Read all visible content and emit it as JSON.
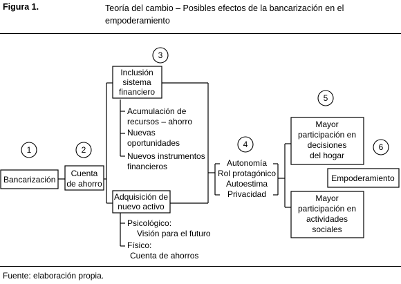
{
  "figure": {
    "label": "Figura 1.",
    "title": "Teoría del cambio – Posibles efectos de la bancarización en el empoderamiento",
    "source": "Fuente: elaboración propia."
  },
  "steps": [
    "1",
    "2",
    "3",
    "4",
    "5",
    "6"
  ],
  "nodes": {
    "bancarizacion": "Bancarización",
    "cuenta": [
      "Cuenta",
      "de ahorro"
    ],
    "inclusion": [
      "Inclusión",
      "sistema",
      "financiero"
    ],
    "inclusion_items": [
      [
        "Acumulación de",
        "recursos – ahorro"
      ],
      [
        "Nuevas",
        "oportunidades"
      ],
      [
        "Nuevos instrumentos",
        "financieros"
      ]
    ],
    "adquisicion": [
      "Adquisición de",
      "nuevo activo"
    ],
    "adquisicion_items": [
      [
        "Psicológico:",
        "Visión para el futuro"
      ],
      [
        "Físico:",
        "Cuenta de ahorros"
      ]
    ],
    "outcomes": [
      "Autonomía",
      "Rol protagónico",
      "Autoestima",
      "Privacidad"
    ],
    "decisiones": [
      "Mayor",
      "participación en",
      "decisiones",
      "del hogar"
    ],
    "actividades": [
      "Mayor",
      "participación en",
      "actividades",
      "sociales"
    ],
    "empoderamiento": "Empoderamiento"
  }
}
